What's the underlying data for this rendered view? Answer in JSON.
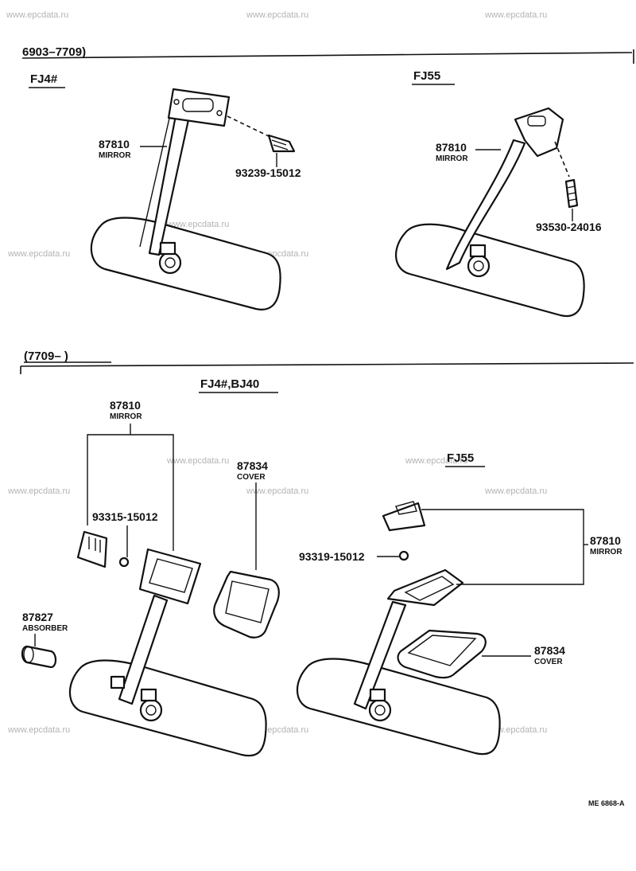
{
  "watermark": "www.epcdata.ru",
  "sections": {
    "top": {
      "range": "6903–7709)"
    },
    "bottom": {
      "range": "(7709–      )"
    }
  },
  "groups": {
    "top_left": {
      "heading": "FJ4#",
      "mirror": {
        "number": "87810",
        "name": "MIRROR"
      },
      "screw": {
        "number": "93239-15012"
      }
    },
    "top_right": {
      "heading": "FJ55",
      "mirror": {
        "number": "87810",
        "name": "MIRROR"
      },
      "screw": {
        "number": "93530-24016"
      }
    },
    "bottom_left": {
      "heading": "FJ4#,BJ40",
      "mirror": {
        "number": "87810",
        "name": "MIRROR"
      },
      "screw": {
        "number": "93315-15012"
      },
      "cover": {
        "number": "87834",
        "name": "COVER"
      },
      "absorber": {
        "number": "87827",
        "name": "ABSORBER"
      }
    },
    "bottom_right": {
      "heading": "FJ55",
      "mirror": {
        "number": "87810",
        "name": "MIRROR"
      },
      "screw": {
        "number": "93319-15012"
      },
      "cover": {
        "number": "87834",
        "name": "COVER"
      }
    }
  },
  "figure_code": "ME 6868-A"
}
